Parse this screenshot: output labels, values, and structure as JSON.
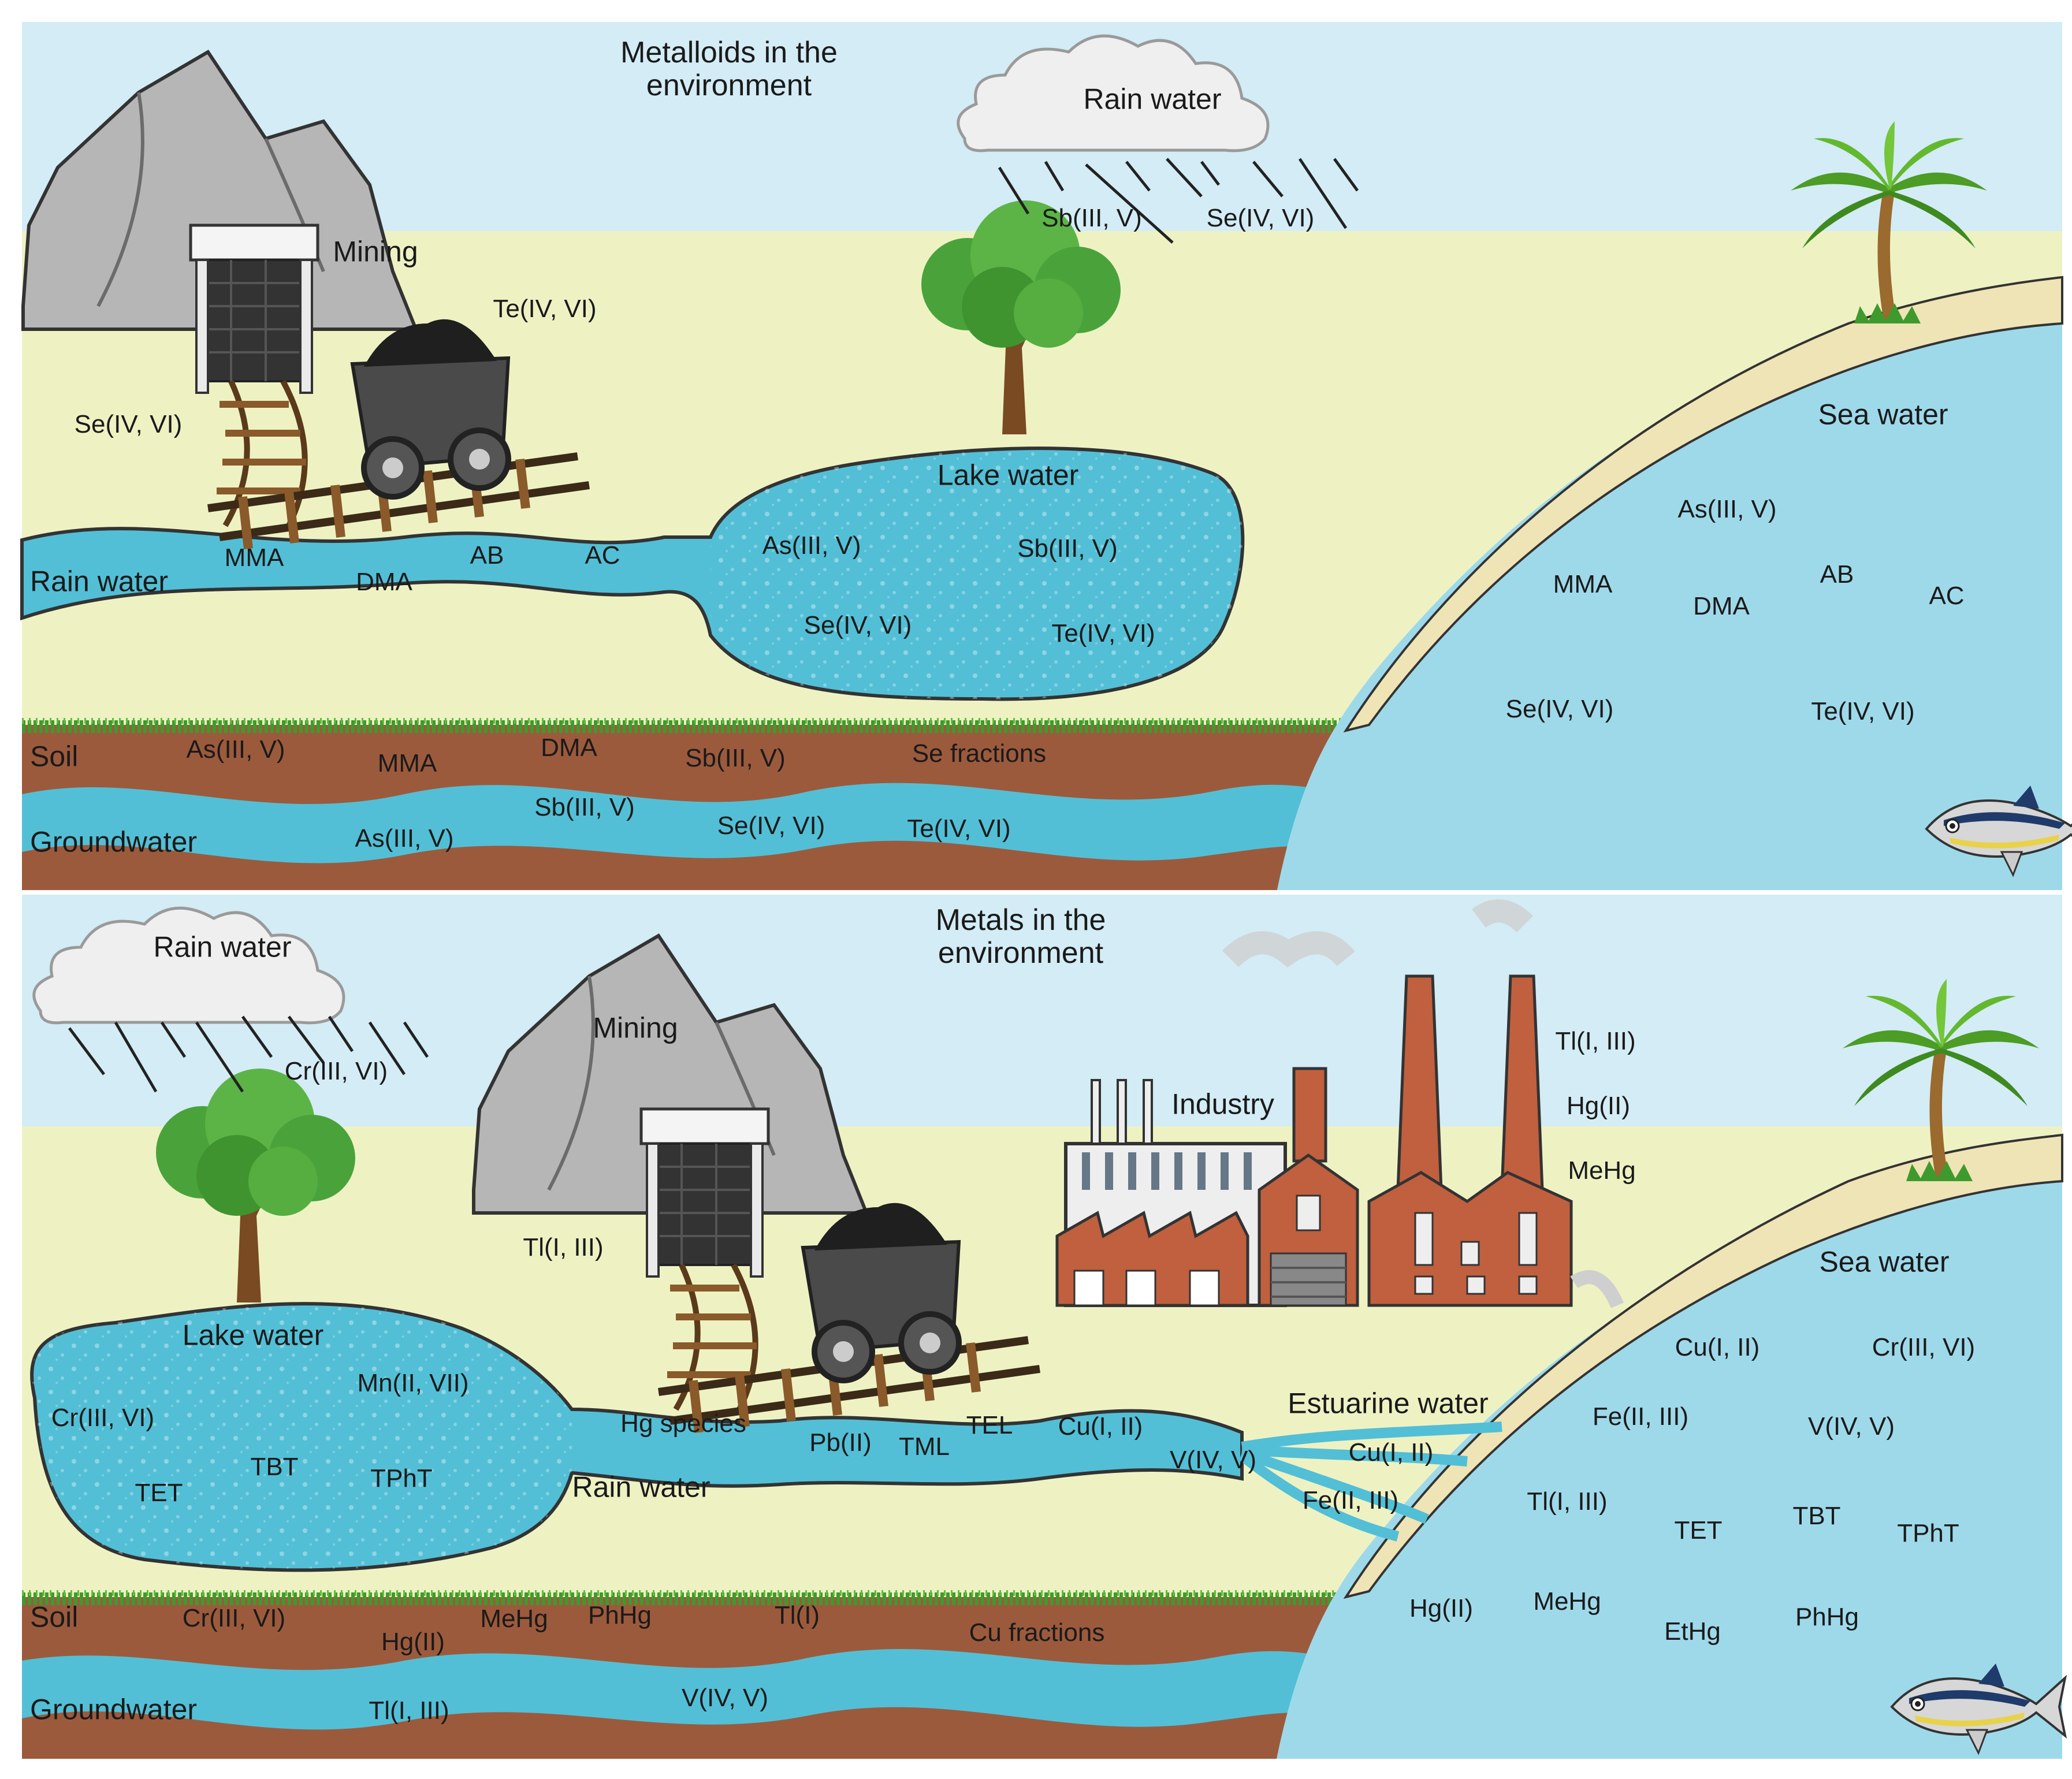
{
  "panels": [
    {
      "title": "Metalloids in the environment",
      "sources": {
        "mining": "Mining",
        "rain": "Rain water"
      },
      "rain_species": [
        "Sb(III, V)",
        "Se(IV, VI)"
      ],
      "mining_species": [
        "Te(IV, VI)",
        "Se(IV, VI)"
      ],
      "lake": {
        "label": "Lake water",
        "species": [
          "As(III, V)",
          "Sb(III, V)",
          "Se(IV, VI)",
          "Te(IV, VI)"
        ]
      },
      "river": {
        "label": "Rain water",
        "species": [
          "MMA",
          "DMA",
          "AB",
          "AC"
        ]
      },
      "sea": {
        "label": "Sea water",
        "species": [
          "As(III, V)",
          "MMA",
          "DMA",
          "AB",
          "AC",
          "Se(IV, VI)",
          "Te(IV, VI)"
        ]
      },
      "soil": {
        "label": "Soil",
        "species": [
          "As(III, V)",
          "MMA",
          "DMA",
          "Sb(III, V)",
          "Se fractions"
        ]
      },
      "groundwater": {
        "label": "Groundwater",
        "species": [
          "As(III, V)",
          "Sb(III, V)",
          "Se(IV, VI)",
          "Te(IV, VI)"
        ]
      }
    },
    {
      "title": "Metals in the environment",
      "sources": {
        "rain": "Rain water",
        "mining": "Mining",
        "industry": "Industry"
      },
      "rain_species": [
        "Cr(III, VI)"
      ],
      "mining_species": [
        "Tl(I, III)"
      ],
      "industry_species": [
        "Tl(I, III)",
        "Hg(II)",
        "MeHg"
      ],
      "lake": {
        "label": "Lake water",
        "species": [
          "Mn(II, VII)",
          "Cr(III, VI)",
          "TBT",
          "TET",
          "TPhT"
        ]
      },
      "river": {
        "label": "Rain water",
        "species": [
          "Hg species",
          "Pb(II)",
          "TML",
          "TEL",
          "Cu(I, II)",
          "V(IV, V)"
        ]
      },
      "estuary": {
        "label": "Estuarine water",
        "species": [
          "Cu(I, II)",
          "Fe(II, III)"
        ]
      },
      "sea": {
        "label": "Sea water",
        "species": [
          "Cu(I, II)",
          "Cr(III, VI)",
          "Fe(II, III)",
          "V(IV, V)",
          "Tl(I, III)",
          "TET",
          "TBT",
          "TPhT",
          "Hg(II)",
          "MeHg",
          "EtHg",
          "PhHg"
        ]
      },
      "soil": {
        "label": "Soil",
        "species": [
          "Cr(III, VI)",
          "Hg(II)",
          "MeHg",
          "PhHg",
          "Tl(I)",
          "Cu fractions"
        ]
      },
      "groundwater": {
        "label": "Groundwater",
        "species": [
          "Tl(I, III)",
          "V(IV, V)"
        ]
      }
    }
  ],
  "colors": {
    "sky": "#d3ecf5",
    "land": "#eef2c3",
    "water": "#52bfd6",
    "sea": "#9ed9ea",
    "soil": "#9c5a3c",
    "grass": "#3f9a2e",
    "rock": "#b0b0b0",
    "brick": "#c0603f",
    "beach": "#efe4b5",
    "foliage": "#4aa33a",
    "trunk": "#7a4a22"
  }
}
